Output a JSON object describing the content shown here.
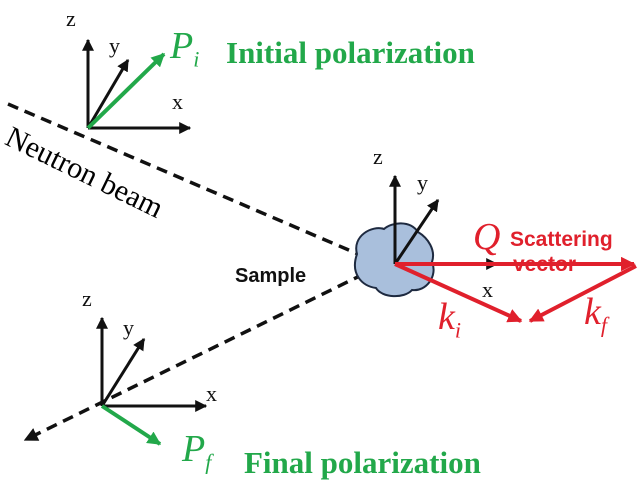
{
  "initial": {
    "title": "Initial polarization",
    "symbol": "P",
    "subscript": "i",
    "axes": {
      "x": "x",
      "y": "y",
      "z": "z"
    }
  },
  "beam": {
    "label": "Neutron beam"
  },
  "sample": {
    "label": "Sample",
    "axes": {
      "x": "x",
      "y": "y",
      "z": "z"
    }
  },
  "scattering": {
    "q_symbol": "Q",
    "q_line1": "Scattering",
    "q_line2": "vector",
    "ki_symbol": "k",
    "ki_sub": "i",
    "kf_symbol": "k",
    "kf_sub": "f"
  },
  "final": {
    "title": "Final polarization",
    "symbol": "P",
    "subscript": "f",
    "axes": {
      "x": "x",
      "y": "y",
      "z": "z"
    }
  },
  "colors": {
    "green": "#22a84a",
    "red": "#e0202c",
    "sample_fill": "#a9bfdc",
    "black": "#111111"
  }
}
